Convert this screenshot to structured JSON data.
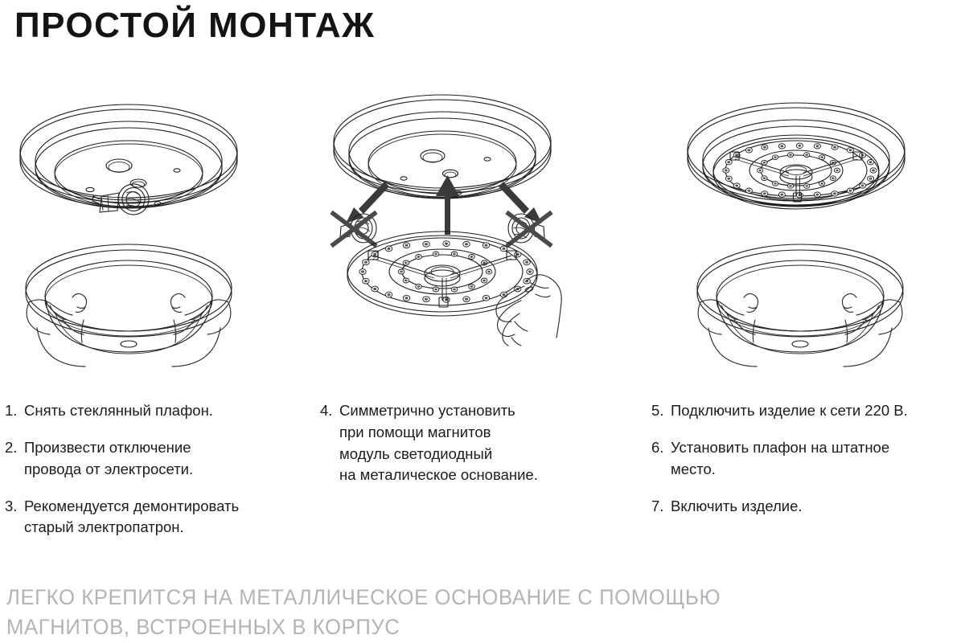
{
  "title": "ПРОСТОЙ МОНТАЖ",
  "illustrations": [
    {
      "name": "step-1-3-illustration",
      "top": "ceiling-base-with-socket",
      "bottom": "hands-holding-glass-shade"
    },
    {
      "name": "step-4-illustration",
      "top": "ceiling-base-with-arrows-and-crossed-sockets",
      "bottom": "hand-holding-led-module"
    },
    {
      "name": "steps-5-7-illustration",
      "top": "led-module-installed-on-base",
      "bottom": "hands-installing-glass-shade"
    }
  ],
  "steps": {
    "column1": [
      {
        "num": "1.",
        "text": "Снять стеклянный плафон."
      },
      {
        "num": "2.",
        "text": "Произвести отключение\nпровода от электросети."
      },
      {
        "num": "3.",
        "text": "Рекомендуется демонтировать\nстарый электропатрон."
      }
    ],
    "column2": [
      {
        "num": "4.",
        "text": "Симметрично установить\nпри помощи магнитов\nмодуль светодиодный\nна металическое основание."
      }
    ],
    "column3": [
      {
        "num": "5.",
        "text": "Подключить изделие к сети 220 В."
      },
      {
        "num": "6.",
        "text": "Установить  плафон на штатное\nместо."
      },
      {
        "num": "7.",
        "text": "Включить изделие."
      }
    ]
  },
  "footer": "ЛЕГКО КРЕПИТСЯ НА МЕТАЛЛИЧЕСКОЕ ОСНОВАНИЕ С ПОМОЩЬЮ\nМАГНИТОВ, ВСТРОЕННЫХ В КОРПУС",
  "colors": {
    "background": "#ffffff",
    "title": "#141414",
    "body_text": "#1c1c1c",
    "footer_text": "#b3b3b8",
    "line_art": "#1e1e1e",
    "arrow": "#3a3a3a",
    "cross_mark": "#4a4a4a"
  }
}
